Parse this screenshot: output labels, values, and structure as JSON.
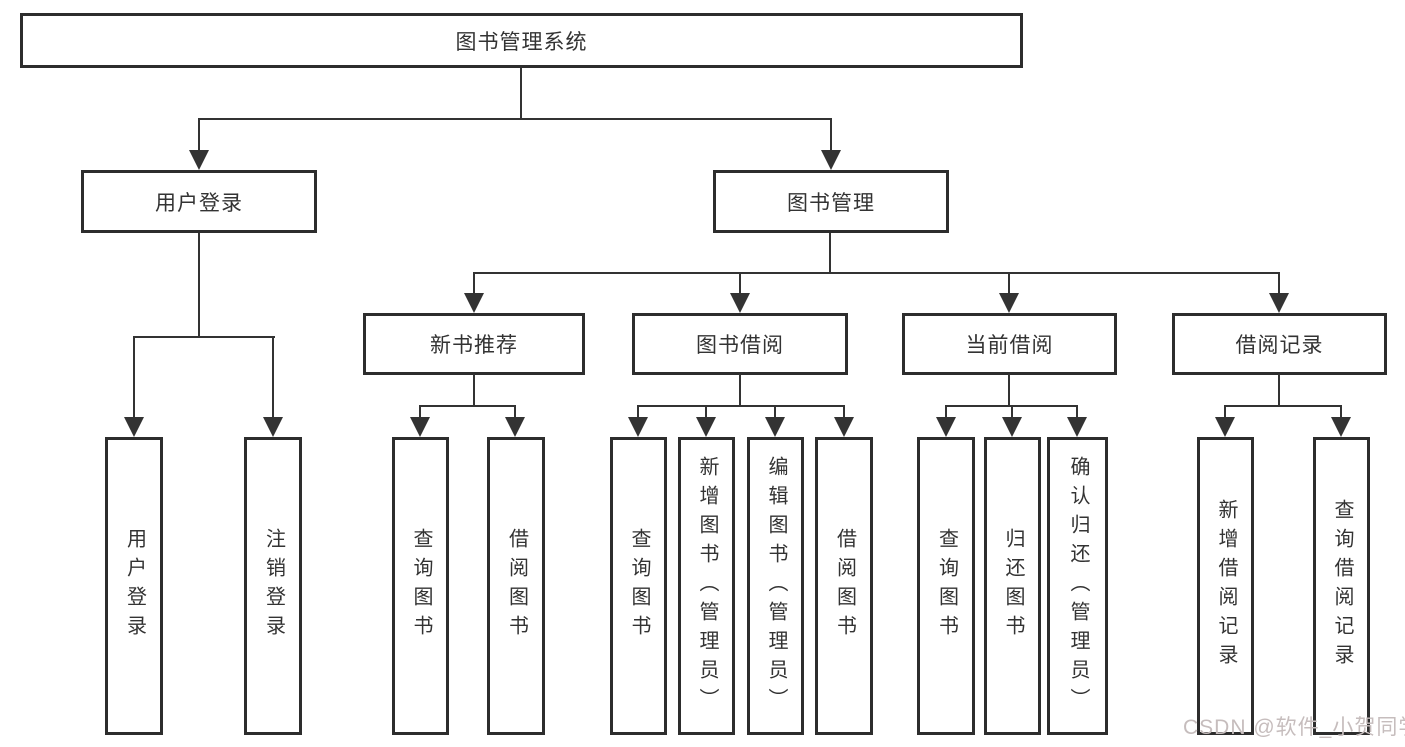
{
  "tree": {
    "root": "图书管理系统",
    "level2": [
      {
        "label": "用户登录",
        "leaves": [
          "用户登录",
          "注销登录"
        ]
      },
      {
        "label": "图书管理",
        "groups": [
          {
            "label": "新书推荐",
            "leaves": [
              "查询图书",
              "借阅图书"
            ]
          },
          {
            "label": "图书借阅",
            "leaves": [
              "查询图书",
              "新增图书（管理员）",
              "编辑图书（管理员）",
              "借阅图书"
            ]
          },
          {
            "label": "当前借阅",
            "leaves": [
              "查询图书",
              "归还图书",
              "确认归还（管理员）"
            ]
          },
          {
            "label": "借阅记录",
            "leaves": [
              "新增借阅记录",
              "查询借阅记录"
            ]
          }
        ]
      }
    ]
  },
  "colors": {
    "line": "#333333",
    "box_border": "#2d2d2d",
    "text": "#333333",
    "background": "#ffffff",
    "watermark": "#c6bdbd"
  },
  "watermark": "CSDN @软件_小贺同学"
}
